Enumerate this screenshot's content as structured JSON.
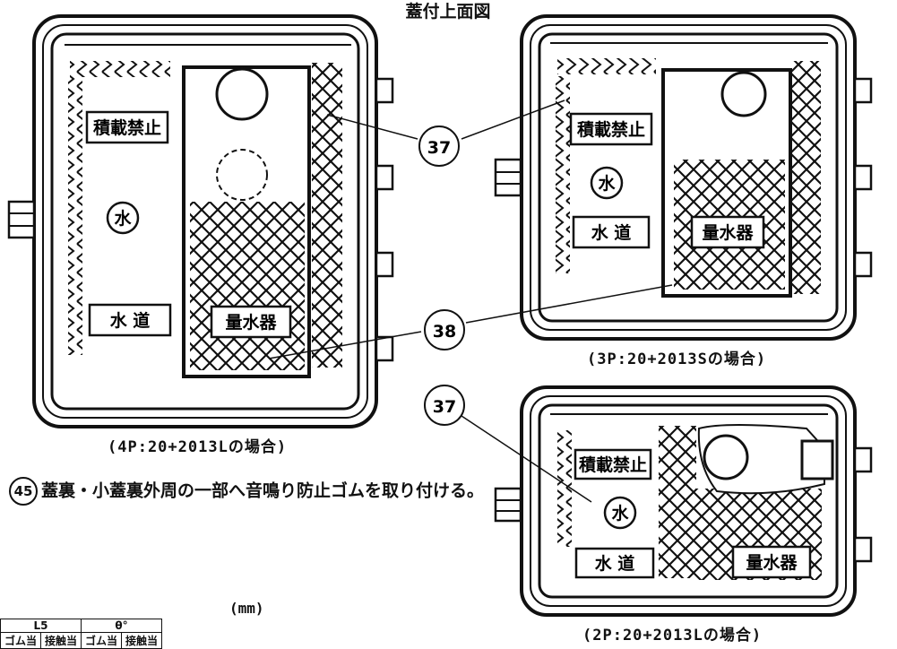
{
  "title": "蓋付上面図",
  "diagram": {
    "captions": {
      "box_4p": "(4P:20+2013Lの場合)",
      "box_3p": "(3P:20+2013Sの場合)",
      "box_2p": "(2P:20+2013Lの場合)"
    },
    "labels": {
      "loading_prohibited": "積載禁止",
      "water_mark": "水",
      "water_supply": "水 道",
      "meter": "量水器"
    },
    "callouts": [
      "37",
      "38",
      "37"
    ]
  },
  "note": {
    "number": "45",
    "text": "蓋裏・小蓋裏外周の一部へ音鳴り防止ゴムを取り付ける。"
  },
  "table": {
    "unit": "(mm)",
    "header": [
      "L5",
      "θ°"
    ],
    "subheader": [
      "ゴム当",
      "接触当",
      "ゴム当",
      "接触当"
    ]
  }
}
